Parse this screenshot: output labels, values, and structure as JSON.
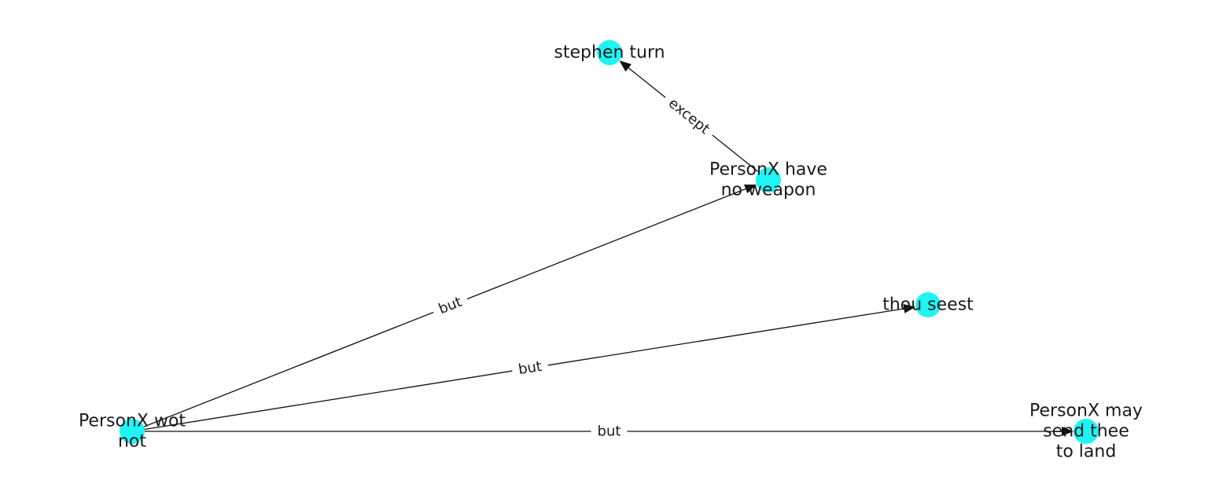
{
  "graph": {
    "node_color": "#1ff4f4",
    "edge_color": "#111111",
    "nodes": [
      {
        "id": "n1",
        "lines": [
          "stephen turn"
        ]
      },
      {
        "id": "n2",
        "lines": [
          "PersonX have",
          "no weapon"
        ]
      },
      {
        "id": "n3",
        "lines": [
          "thou seest"
        ]
      },
      {
        "id": "n4",
        "lines": [
          "PersonX wot",
          "not"
        ]
      },
      {
        "id": "n5",
        "lines": [
          "PersonX may",
          "send thee",
          "to land"
        ]
      }
    ],
    "edges": [
      {
        "source": "n2",
        "target": "n1",
        "label": "except"
      },
      {
        "source": "n4",
        "target": "n2",
        "label": "but"
      },
      {
        "source": "n4",
        "target": "n3",
        "label": "but"
      },
      {
        "source": "n4",
        "target": "n5",
        "label": "but"
      }
    ]
  }
}
